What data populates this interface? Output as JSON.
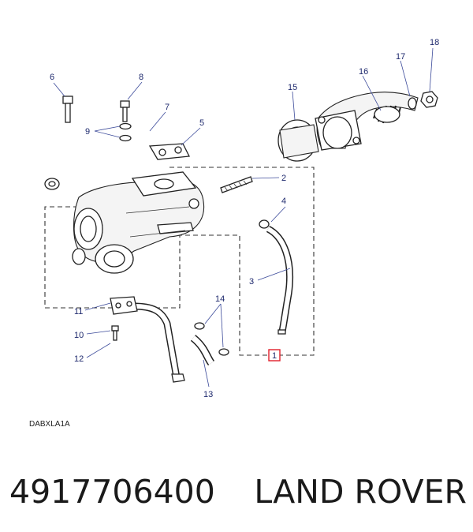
{
  "diagram": {
    "reference_code": "DABXLA1A",
    "callouts": {
      "c1": "1",
      "c2": "2",
      "c3": "3",
      "c4": "4",
      "c5": "5",
      "c6": "6",
      "c7": "7",
      "c8": "8",
      "c9": "9",
      "c10": "10",
      "c11": "11",
      "c12": "12",
      "c13": "13",
      "c14": "14",
      "c15": "15",
      "c16": "16",
      "c17": "17",
      "c18": "18"
    },
    "highlighted_callout": "1",
    "highlight_color": "#e0202a",
    "callout_color": "#1f2a6e"
  },
  "caption": {
    "part_number": "4917706400",
    "brand": "LAND ROVER"
  }
}
